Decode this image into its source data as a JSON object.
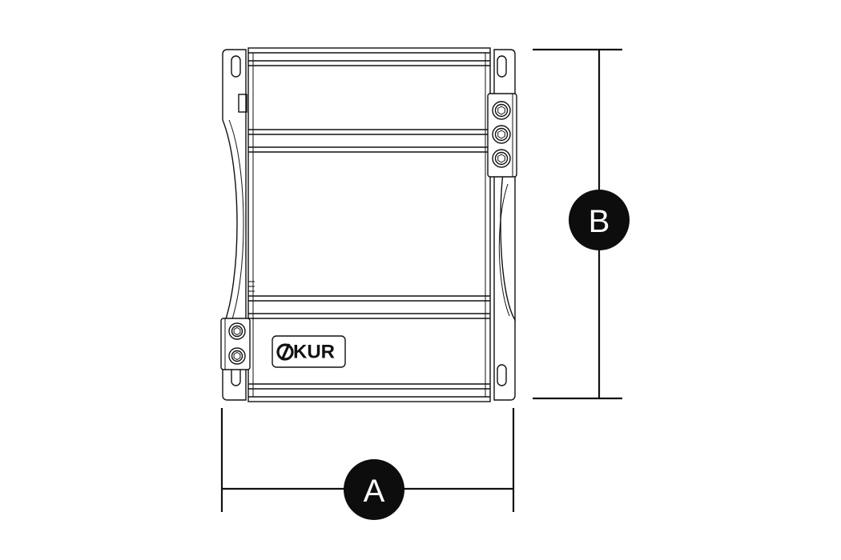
{
  "diagram": {
    "logo": {
      "text": "KUR"
    },
    "dimensions": {
      "width_label": "A",
      "height_label": "B"
    },
    "colors": {
      "line": "#111111",
      "badge": "#0d0d0d",
      "badge_text": "#ffffff",
      "background": "#ffffff"
    }
  }
}
